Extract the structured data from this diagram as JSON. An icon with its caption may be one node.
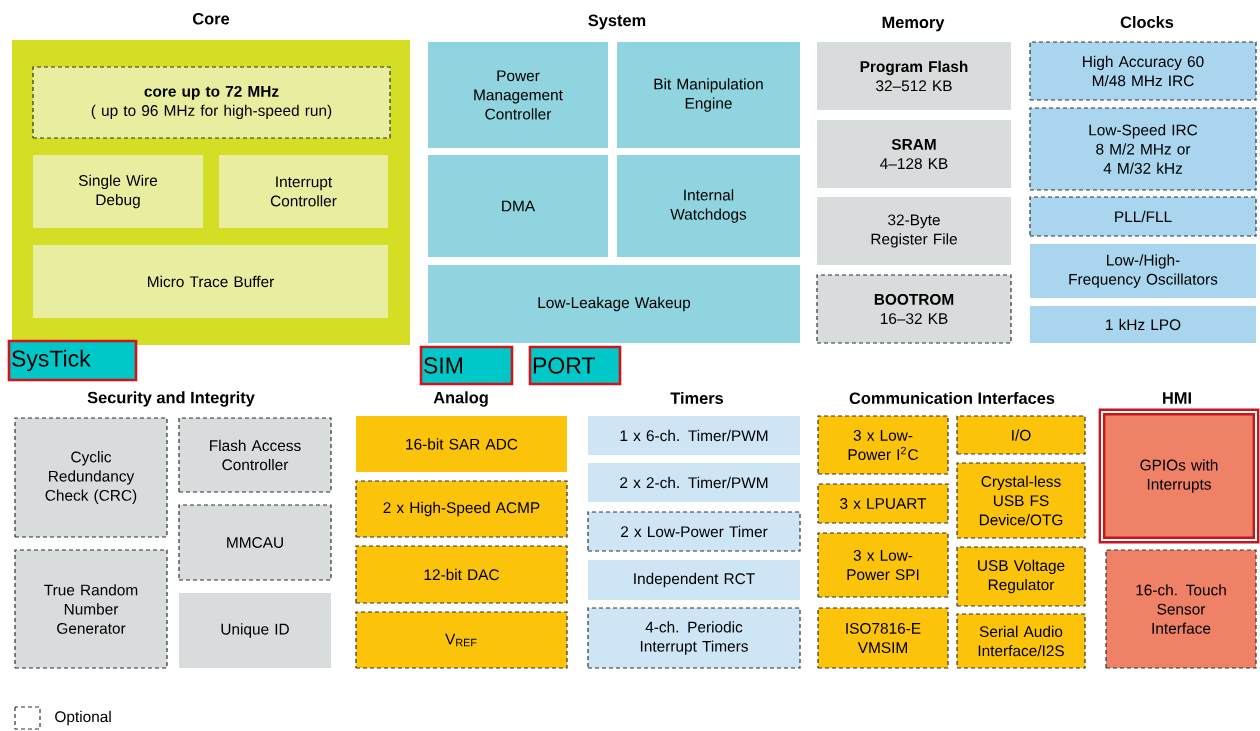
{
  "diagram": {
    "nodes": [
      {
        "text": [
          "Core"
        ]
      },
      {
        "text": [
          "core up to 72 MHz",
          "( up to 96 MHz for high-speed run)"
        ],
        "in": 0
      },
      {
        "text": [
          "Single Wire Debug"
        ],
        "in": 0
      },
      {
        "text": [
          "Interrupt Controller"
        ],
        "in": 0
      },
      {
        "text": [
          "Micro Trace Buffer"
        ],
        "in": 0
      },
      {
        "text": [
          "SysTick"
        ]
      },
      {
        "text": [
          "Power Management Controller"
        ]
      },
      {
        "text": [
          "Bit Manipulation Engine"
        ]
      },
      {
        "text": [
          "DMA"
        ]
      },
      {
        "text": [
          "Internal Watchdogs"
        ]
      },
      {
        "text": [
          "Low-Leakage Wakeup"
        ]
      },
      {
        "text": [
          "SIM"
        ]
      },
      {
        "text": [
          "PORT"
        ]
      },
      {
        "text": [
          "Program Flash",
          "32–512 KB"
        ]
      },
      {
        "text": [
          "SRAM",
          "4–128 KB"
        ]
      },
      {
        "text": [
          "32-Byte Register File"
        ]
      },
      {
        "text": [
          "BOOTROM",
          "16–32 KB"
        ]
      },
      {
        "text": [
          "High Accuracy 60 M/48 MHz IRC"
        ]
      },
      {
        "text": [
          "Low-Speed IRC 8 M/2 MHz or 4 M/32 kHz"
        ]
      },
      {
        "text": [
          "PLL/FLL"
        ]
      },
      {
        "text": [
          "Low-/High-Frequency Oscillators"
        ]
      },
      {
        "text": [
          "1 kHz  LPO"
        ]
      },
      {
        "text": [
          "Cyclic Redundancy Check (CRC)"
        ]
      },
      {
        "text": [
          "True Random Number Generator"
        ]
      },
      {
        "text": [
          "Flash Access Controller"
        ]
      },
      {
        "text": [
          "MMCAU"
        ]
      },
      {
        "text": [
          "Unique ID"
        ]
      },
      {
        "text": [
          "16-bit SAR ADC"
        ]
      },
      {
        "text": [
          "2 x High-Speed ACMP"
        ]
      },
      {
        "text": [
          "12-bit DAC"
        ]
      },
      {
        "text": [
          "V$_{REF}$"
        ]
      },
      {
        "text": [
          "1 x 6-ch. Timer/PWM"
        ]
      },
      {
        "text": [
          "2 x 2-ch. Timer/PWM"
        ]
      },
      {
        "text": [
          "2 x Low-Power Timer"
        ]
      },
      {
        "text": [
          "Independent RCT"
        ]
      },
      {
        "text": [
          "4-ch. Periodic Interrupt Timers"
        ]
      },
      {
        "text": [
          "3 x Low-Power I$^{2}$C"
        ]
      },
      {
        "text": [
          "3 x LPUART"
        ]
      },
      {
        "text": [
          "3 x Low-Power SPI"
        ]
      },
      {
        "text": [
          "ISO7816-E VMSIM"
        ]
      },
      {
        "text": [
          "I/O"
        ]
      },
      {
        "text": [
          "Crystal-less USB FS Device/OTG"
        ]
      },
      {
        "text": [
          "USB Voltage Regulator"
        ]
      },
      {
        "text": [
          "Serial Audio Interface/I2S"
        ]
      },
      {
        "text": [
          "GPIOs with Interrupts"
        ]
      },
      {
        "text": [
          "16-ch. Touch Sensor Interface"
        ]
      }
    ],
    "labels": [
      "System",
      "Memory",
      "Clocks",
      "Security and Integrity",
      "Analog",
      "Timers",
      "Communication Interfaces",
      "HMI"
    ],
    "legend": [
      {
        "text": "Optional"
      }
    ]
  }
}
